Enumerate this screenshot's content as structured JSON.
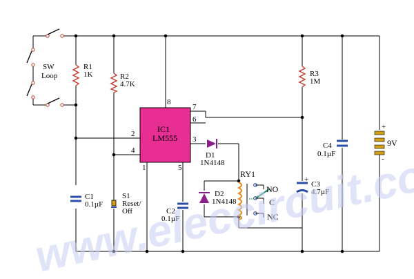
{
  "schematic": {
    "switch_loop": [
      "SW",
      "Loop"
    ],
    "r1": {
      "ref": "R1",
      "value": "1K"
    },
    "r2": {
      "ref": "R2",
      "value": "4.7K"
    },
    "r3": {
      "ref": "R3",
      "value": "1M"
    },
    "ic1": {
      "ref": "IC1",
      "part": "LM555",
      "pins": [
        "1",
        "2",
        "3",
        "4",
        "5",
        "6",
        "7",
        "8"
      ]
    },
    "d1": {
      "ref": "D1",
      "part": "1N4148"
    },
    "d2": {
      "ref": "D2",
      "part": "1N4148"
    },
    "ry1": {
      "ref": "RY1",
      "contacts": [
        "NO",
        "C",
        "NC"
      ]
    },
    "c1": {
      "ref": "C1",
      "value": "0.1µF"
    },
    "c2": {
      "ref": "C2",
      "value": "0.1µF"
    },
    "c3": {
      "ref": "C3",
      "value": "4.7µF",
      "polarity": "+"
    },
    "c4": {
      "ref": "C4",
      "value": "0.1µF"
    },
    "s1": {
      "ref": "S1",
      "lines": [
        "Reset/",
        "Off"
      ]
    },
    "battery": {
      "value": "9V",
      "plus": "+",
      "minus": "-"
    },
    "watermark": "www.eleccircuit.com"
  },
  "colors": {
    "ic_fill": "#e62e93",
    "capacitor": "#2b4fa8",
    "diode": "#8a1f8c",
    "relay_coil": "#e08a1a",
    "relay_arm": "#1e8f5a",
    "relay_contact": "#2b4fa8",
    "resistor": "#c0392b",
    "switch": "#c0392b",
    "battery": "#d4a017",
    "watermark": "#c9ccf2"
  }
}
